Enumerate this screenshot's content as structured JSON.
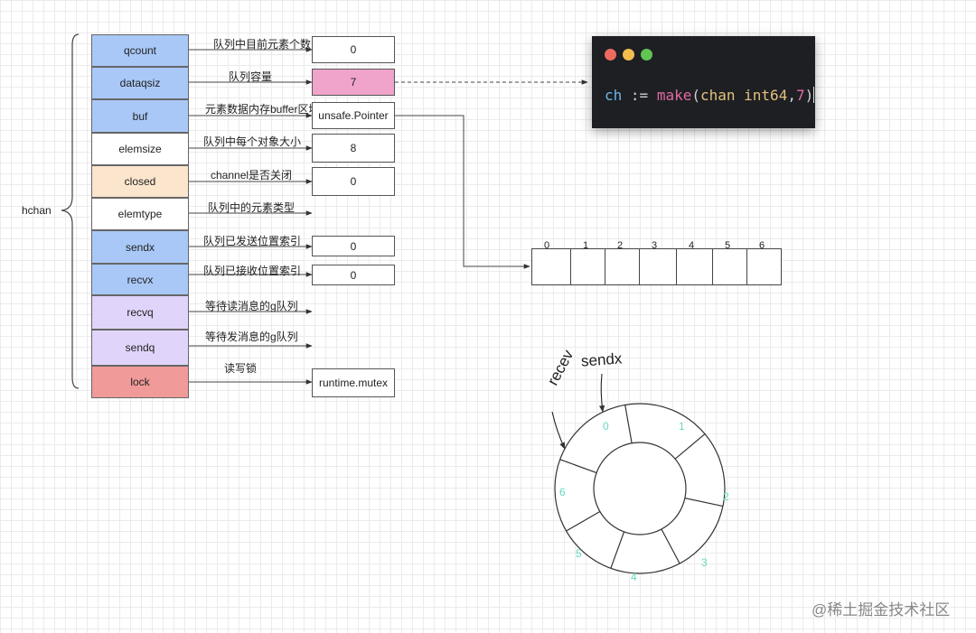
{
  "struct_name": "hchan",
  "fields": [
    {
      "name": "qcount",
      "desc": "队列中目前元素个数",
      "value": "0",
      "color": "#a9c8f7"
    },
    {
      "name": "dataqsiz",
      "desc": "队列容量",
      "value": "7",
      "color": "#a9c8f7",
      "value_color": "#f0a4cc"
    },
    {
      "name": "buf",
      "desc": "元素数据内存buffer区域",
      "value": "unsafe.Pointer",
      "color": "#a9c8f7"
    },
    {
      "name": "elemsize",
      "desc": "队列中每个对象大小",
      "value": "8",
      "color": "#ffffff"
    },
    {
      "name": "closed",
      "desc": "channel是否关闭",
      "value": "0",
      "color": "#fce5cd"
    },
    {
      "name": "elemtype",
      "desc": "队列中的元素类型",
      "value": "",
      "color": "#ffffff"
    },
    {
      "name": "sendx",
      "desc": "队列已发送位置索引",
      "value": "0",
      "color": "#a9c8f7"
    },
    {
      "name": "recvx",
      "desc": "队列已接收位置索引",
      "value": "0",
      "color": "#a9c8f7"
    },
    {
      "name": "recvq",
      "desc": "等待读消息的g队列",
      "value": "",
      "color": "#e0d4fa"
    },
    {
      "name": "sendq",
      "desc": "等待发消息的g队列",
      "value": "",
      "color": "#e0d4fa"
    },
    {
      "name": "lock",
      "desc": "读写锁",
      "value": "runtime.mutex",
      "color": "#f09a9a"
    }
  ],
  "code": {
    "var": "ch",
    "op": ":=",
    "func": "make",
    "lparen": "(",
    "kw": "chan",
    "type": "int64",
    "comma": ",",
    "num": "7",
    "rparen": ")",
    "dot_colors": [
      "#ee6a5f",
      "#f5bd4f",
      "#61c554"
    ],
    "colors": {
      "var": "#6bb6e8",
      "op": "#d0d0d0",
      "func": "#e06c9f",
      "kw": "#e5c07b",
      "type": "#e5c07b",
      "num": "#e06c9f",
      "punct": "#d0d0d0"
    }
  },
  "buffer_indices": [
    "0",
    "1",
    "2",
    "3",
    "4",
    "5",
    "6"
  ],
  "ring": {
    "numbers": [
      "0",
      "1",
      "2",
      "3",
      "4",
      "5",
      "6"
    ],
    "number_color": "#66d9c0",
    "sendx_label": "sendx",
    "recev_label": "recev"
  },
  "watermark": "@稀土掘金技术社区"
}
